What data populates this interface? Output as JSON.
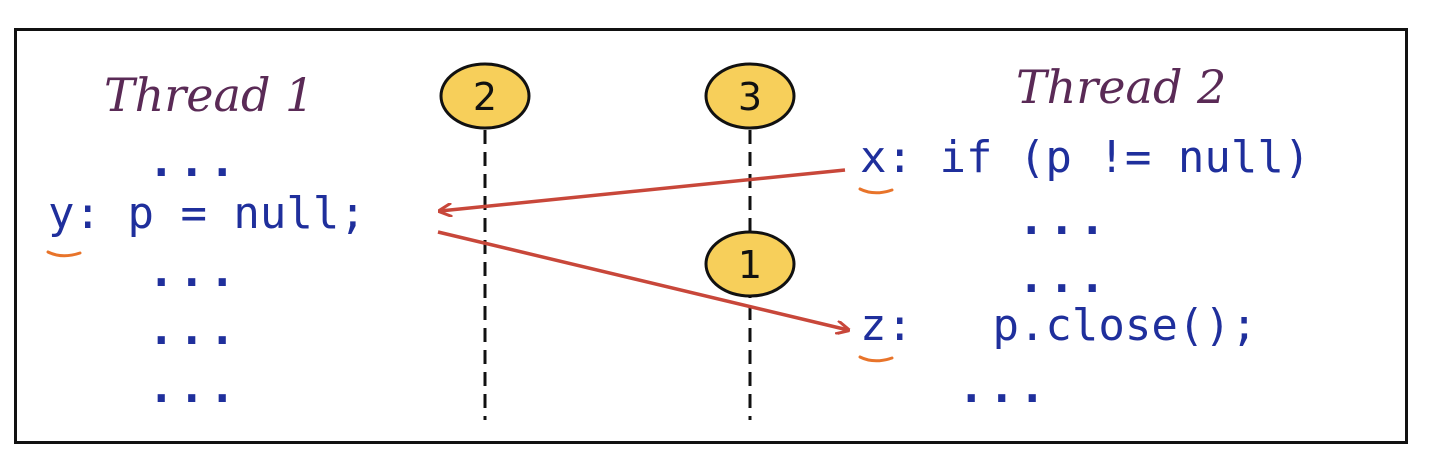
{
  "thread1": {
    "title": "Thread 1",
    "lines": [
      "...",
      "y: p = null;",
      "...",
      "...",
      "..."
    ]
  },
  "thread2": {
    "title": "Thread 2",
    "lines": [
      "x: if (p != null)",
      "...",
      "...",
      "z:   p.close();",
      "..."
    ]
  },
  "markers": [
    {
      "label": "2"
    },
    {
      "label": "3"
    },
    {
      "label": "1"
    }
  ],
  "colors": {
    "code": "#1f2f9c",
    "heading": "#5a2a56",
    "arrow": "#c8473a",
    "underline": "#e8742a",
    "badge_fill": "#f7cf5a",
    "frame": "#111111"
  }
}
